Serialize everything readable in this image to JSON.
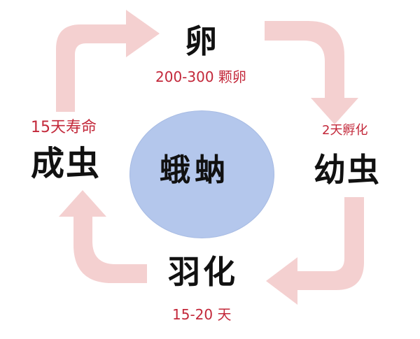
{
  "diagram": {
    "center": "蛾蚋",
    "stages": {
      "egg": {
        "name": "卵",
        "note": "200-300 颗卵"
      },
      "larva": {
        "name": "幼虫",
        "note": "2天孵化"
      },
      "pupa": {
        "name": "羽化",
        "note": "15-20 天"
      },
      "adult": {
        "name": "成虫",
        "note": "15天寿命"
      }
    },
    "colors": {
      "arrow": "#f4d0d0",
      "circle": "#b4c7ec",
      "note": "#c3283a",
      "stage_text": "#111111"
    }
  }
}
